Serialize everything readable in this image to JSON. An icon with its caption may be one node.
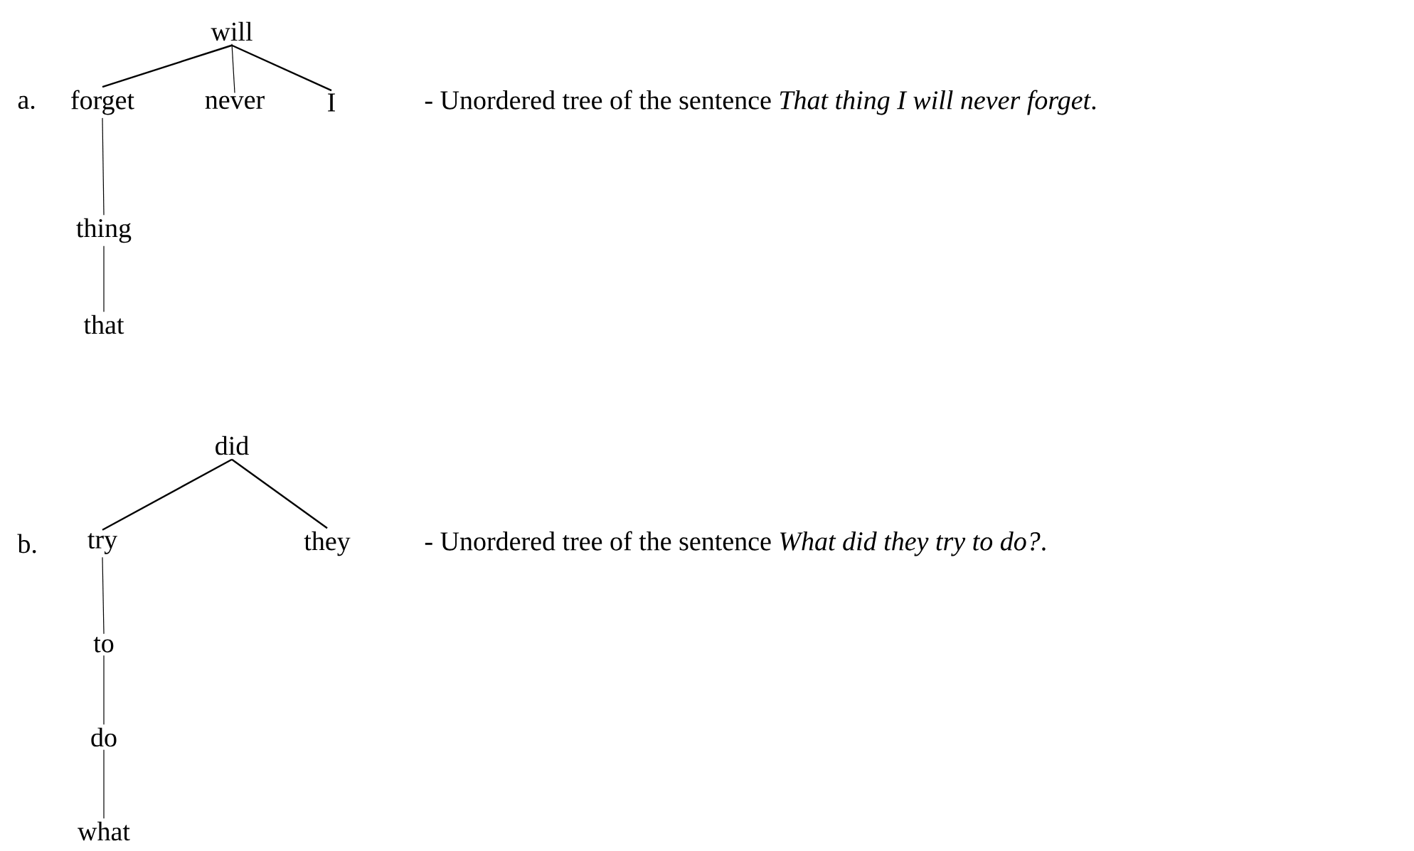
{
  "diagram": {
    "nodes": [
      {
        "text": [
          "will"
        ]
      },
      {
        "text": [
          "forget"
        ]
      },
      {
        "text": [
          "never"
        ]
      },
      {
        "text": [
          "I"
        ]
      },
      {
        "text": [
          "thing"
        ]
      },
      {
        "text": [
          "that"
        ]
      },
      {
        "text": [
          "did"
        ]
      },
      {
        "text": [
          "try"
        ]
      },
      {
        "text": [
          "they"
        ]
      },
      {
        "text": [
          "to"
        ]
      },
      {
        "text": [
          "do"
        ]
      },
      {
        "text": [
          "what"
        ]
      }
    ],
    "edges": [
      {
        "from": 0,
        "to": 1,
        "arrow": "none"
      },
      {
        "from": 0,
        "to": 2,
        "arrow": "none"
      },
      {
        "from": 0,
        "to": 3,
        "arrow": "none"
      },
      {
        "from": 1,
        "to": 4,
        "arrow": "none"
      },
      {
        "from": 4,
        "to": 5,
        "arrow": "none"
      },
      {
        "from": 6,
        "to": 7,
        "arrow": "none"
      },
      {
        "from": 6,
        "to": 8,
        "arrow": "none"
      },
      {
        "from": 7,
        "to": 9,
        "arrow": "none"
      },
      {
        "from": 9,
        "to": 10,
        "arrow": "none"
      },
      {
        "from": 10,
        "to": 11,
        "arrow": "none"
      }
    ],
    "labels": [
      "a.",
      "- Unordered tree of the sentence *That thing I will never forget*.",
      "b.",
      "- Unordered tree of the sentence *What did they try to do?*."
    ]
  }
}
